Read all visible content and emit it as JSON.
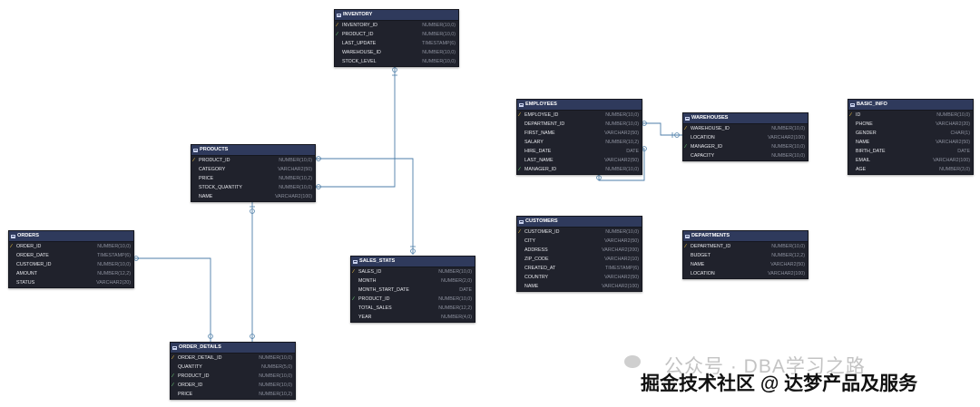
{
  "diagram": {
    "entities": [
      {
        "id": "inventory",
        "name": "INVENTORY",
        "columns": [
          {
            "name": "INVENTORY_ID",
            "type": "NUMBER(10,0)",
            "key": "pk"
          },
          {
            "name": "PRODUCT_ID",
            "type": "NUMBER(10,0)",
            "key": "fk"
          },
          {
            "name": "LAST_UPDATE",
            "type": "TIMESTAMP(6)",
            "key": ""
          },
          {
            "name": "WAREHOUSE_ID",
            "type": "NUMBER(10,0)",
            "key": ""
          },
          {
            "name": "STOCK_LEVEL",
            "type": "NUMBER(10,0)",
            "key": ""
          }
        ]
      },
      {
        "id": "products",
        "name": "PRODUCTS",
        "columns": [
          {
            "name": "PRODUCT_ID",
            "type": "NUMBER(10,0)",
            "key": "pk"
          },
          {
            "name": "CATEGORY",
            "type": "VARCHAR2(50)",
            "key": ""
          },
          {
            "name": "PRICE",
            "type": "NUMBER(10,2)",
            "key": ""
          },
          {
            "name": "STOCK_QUANTITY",
            "type": "NUMBER(10,0)",
            "key": ""
          },
          {
            "name": "NAME",
            "type": "VARCHAR2(100)",
            "key": ""
          }
        ]
      },
      {
        "id": "orders",
        "name": "ORDERS",
        "columns": [
          {
            "name": "ORDER_ID",
            "type": "NUMBER(10,0)",
            "key": "pk"
          },
          {
            "name": "ORDER_DATE",
            "type": "TIMESTAMP(6)",
            "key": ""
          },
          {
            "name": "CUSTOMER_ID",
            "type": "NUMBER(10,0)",
            "key": ""
          },
          {
            "name": "AMOUNT",
            "type": "NUMBER(12,2)",
            "key": ""
          },
          {
            "name": "STATUS",
            "type": "VARCHAR2(20)",
            "key": ""
          }
        ]
      },
      {
        "id": "sales_stats",
        "name": "SALES_STATS",
        "columns": [
          {
            "name": "SALES_ID",
            "type": "NUMBER(10,0)",
            "key": "pk"
          },
          {
            "name": "MONTH",
            "type": "NUMBER(2,0)",
            "key": ""
          },
          {
            "name": "MONTH_START_DATE",
            "type": "DATE",
            "key": ""
          },
          {
            "name": "PRODUCT_ID",
            "type": "NUMBER(10,0)",
            "key": "fk"
          },
          {
            "name": "TOTAL_SALES",
            "type": "NUMBER(12,2)",
            "key": ""
          },
          {
            "name": "YEAR",
            "type": "NUMBER(4,0)",
            "key": ""
          }
        ]
      },
      {
        "id": "order_details",
        "name": "ORDER_DETAILS",
        "columns": [
          {
            "name": "ORDER_DETAIL_ID",
            "type": "NUMBER(10,0)",
            "key": "pk"
          },
          {
            "name": "QUANTITY",
            "type": "NUMBER(5,0)",
            "key": ""
          },
          {
            "name": "PRODUCT_ID",
            "type": "NUMBER(10,0)",
            "key": "fk"
          },
          {
            "name": "ORDER_ID",
            "type": "NUMBER(10,0)",
            "key": "fk"
          },
          {
            "name": "PRICE",
            "type": "NUMBER(10,2)",
            "key": ""
          }
        ]
      },
      {
        "id": "employees",
        "name": "EMPLOYEES",
        "columns": [
          {
            "name": "EMPLOYEE_ID",
            "type": "NUMBER(10,0)",
            "key": "pk"
          },
          {
            "name": "DEPARTMENT_ID",
            "type": "NUMBER(10,0)",
            "key": ""
          },
          {
            "name": "FIRST_NAME",
            "type": "VARCHAR2(50)",
            "key": ""
          },
          {
            "name": "SALARY",
            "type": "NUMBER(10,2)",
            "key": ""
          },
          {
            "name": "HIRE_DATE",
            "type": "DATE",
            "key": ""
          },
          {
            "name": "LAST_NAME",
            "type": "VARCHAR2(50)",
            "key": ""
          },
          {
            "name": "MANAGER_ID",
            "type": "NUMBER(10,0)",
            "key": "fk"
          }
        ]
      },
      {
        "id": "warehouses",
        "name": "WAREHOUSES",
        "columns": [
          {
            "name": "WAREHOUSE_ID",
            "type": "NUMBER(10,0)",
            "key": "pk"
          },
          {
            "name": "LOCATION",
            "type": "VARCHAR2(100)",
            "key": ""
          },
          {
            "name": "MANAGER_ID",
            "type": "NUMBER(10,0)",
            "key": "fk"
          },
          {
            "name": "CAPACITY",
            "type": "NUMBER(10,0)",
            "key": ""
          }
        ]
      },
      {
        "id": "basic_info",
        "name": "BASIC_INFO",
        "columns": [
          {
            "name": "ID",
            "type": "NUMBER(10,0)",
            "key": "pk"
          },
          {
            "name": "PHONE",
            "type": "VARCHAR2(20)",
            "key": ""
          },
          {
            "name": "GENDER",
            "type": "CHAR(1)",
            "key": ""
          },
          {
            "name": "NAME",
            "type": "VARCHAR2(50)",
            "key": ""
          },
          {
            "name": "BIRTH_DATE",
            "type": "DATE",
            "key": ""
          },
          {
            "name": "EMAIL",
            "type": "VARCHAR2(100)",
            "key": ""
          },
          {
            "name": "AGE",
            "type": "NUMBER(3,0)",
            "key": ""
          }
        ]
      },
      {
        "id": "customers",
        "name": "CUSTOMERS",
        "columns": [
          {
            "name": "CUSTOMER_ID",
            "type": "NUMBER(10,0)",
            "key": "pk"
          },
          {
            "name": "CITY",
            "type": "VARCHAR2(50)",
            "key": ""
          },
          {
            "name": "ADDRESS",
            "type": "VARCHAR2(200)",
            "key": ""
          },
          {
            "name": "ZIP_CODE",
            "type": "VARCHAR2(10)",
            "key": ""
          },
          {
            "name": "CREATED_AT",
            "type": "TIMESTAMP(6)",
            "key": ""
          },
          {
            "name": "COUNTRY",
            "type": "VARCHAR2(50)",
            "key": ""
          },
          {
            "name": "NAME",
            "type": "VARCHAR2(100)",
            "key": ""
          }
        ]
      },
      {
        "id": "departments",
        "name": "DEPARTMENTS",
        "columns": [
          {
            "name": "DEPARTMENT_ID",
            "type": "NUMBER(10,0)",
            "key": "pk"
          },
          {
            "name": "BUDGET",
            "type": "NUMBER(12,2)",
            "key": ""
          },
          {
            "name": "NAME",
            "type": "VARCHAR2(50)",
            "key": ""
          },
          {
            "name": "LOCATION",
            "type": "VARCHAR2(100)",
            "key": ""
          }
        ]
      }
    ]
  },
  "watermark": {
    "line1": "公众号 · DBA学习之路",
    "line2": "掘金技术社区 @ 达梦产品及服务"
  },
  "colors": {
    "header": "#2f3a5c",
    "body": "#20222c",
    "link": "#4d7ea8",
    "primary_key": "#e0b640",
    "foreign_key": "#64c26e"
  }
}
